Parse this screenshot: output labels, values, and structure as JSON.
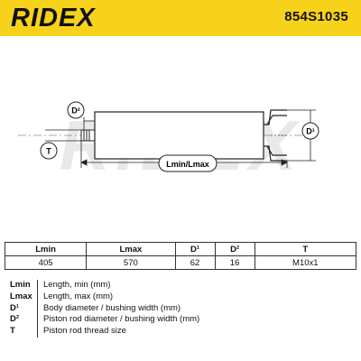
{
  "header": {
    "brand": "RIDEX",
    "part_number": "854S1035"
  },
  "diagram": {
    "watermark": "RIDEX",
    "callouts": {
      "d2": "D²",
      "d1": "D¹",
      "t": "T",
      "length": "Lmin/Lmax"
    }
  },
  "spec_table": {
    "headers": [
      "Lmin",
      "Lmax",
      "D¹",
      "D²",
      "T"
    ],
    "values": [
      "405",
      "570",
      "62",
      "16",
      "M10x1"
    ]
  },
  "legend": [
    {
      "key": "Lmin",
      "desc": "Length, min (mm)"
    },
    {
      "key": "Lmax",
      "desc": "Length, max (mm)"
    },
    {
      "key": "D¹",
      "desc": "Body diameter / bushing width (mm)"
    },
    {
      "key": "D²",
      "desc": "Piston rod diameter / bushing width (mm)"
    },
    {
      "key": "T",
      "desc": "Piston rod thread size"
    }
  ],
  "colors": {
    "brand_yellow": "#f7d21a",
    "line": "#222222",
    "watermark": "#e6e6e6"
  }
}
